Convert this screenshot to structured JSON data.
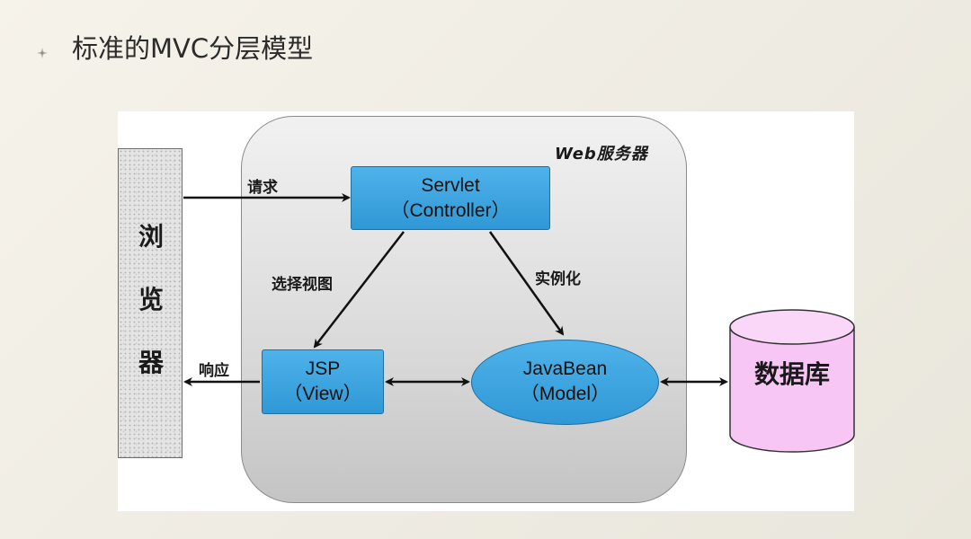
{
  "title": "标准的MVC分层模型",
  "browser": {
    "label_chars": [
      "浏",
      "览",
      "器"
    ]
  },
  "web_server": {
    "label": "Web服务器"
  },
  "servlet": {
    "line1": "Servlet",
    "line2": "（Controller）"
  },
  "jsp": {
    "line1": "JSP",
    "line2": "（View）"
  },
  "javabean": {
    "line1": "JavaBean",
    "line2": "（Model）"
  },
  "database": {
    "label": "数据库"
  },
  "edges": {
    "request": "请求",
    "response": "响应",
    "select_view": "选择视图",
    "instantiate": "实例化"
  },
  "colors": {
    "node_fill": "#3aa4e0",
    "database_fill": "#f7c6f5",
    "server_fill": "#d9d9d9",
    "arrow": "#111111"
  },
  "icons": {
    "bullet": "diamond-bullet-icon"
  }
}
